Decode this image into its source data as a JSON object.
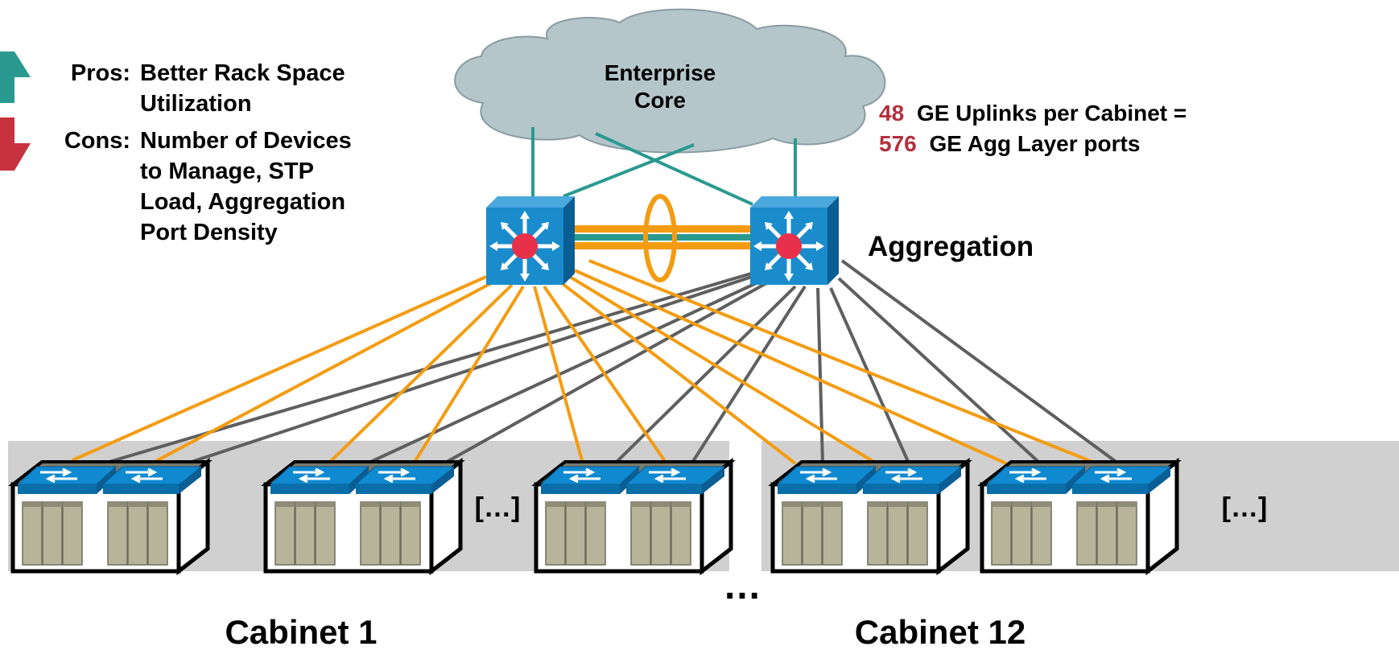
{
  "cloud": {
    "line1": "Enterprise",
    "line2": "Core"
  },
  "pros": {
    "label": "Pros:",
    "line1": "Better Rack Space",
    "line2": "Utilization"
  },
  "cons": {
    "label": "Cons:",
    "line1": "Number of Devices",
    "line2": "to Manage, STP",
    "line3": "Load, Aggregation",
    "line4": "Port Density"
  },
  "uplinks": {
    "num1": "48",
    "text1": "GE Uplinks per Cabinet =",
    "num2": "576",
    "text2": "GE Agg Layer ports"
  },
  "aggregation_label": "Aggregation",
  "cabinets": [
    {
      "label": "Cabinet 1",
      "ellipsis": "[…]"
    },
    {
      "label": "Cabinet 12",
      "ellipsis": "[…]"
    }
  ],
  "between_cabinets": "…",
  "colors": {
    "orange_link": "#f39c12",
    "gray_link": "#5f5f5f",
    "teal_link": "#2a9a90",
    "switch_blue": "#1a8ccc",
    "cloud_fill": "#b5c6cb",
    "cabinet_bg": "#d0d0d0",
    "highlight_red": "#c0392b",
    "arrow_up": "#2a9a90",
    "arrow_down": "#c8323e"
  },
  "icons": {
    "pros": "arrow-up-icon",
    "cons": "arrow-down-icon",
    "agg": "multilayer-switch-icon",
    "access": "access-switch-icon"
  }
}
